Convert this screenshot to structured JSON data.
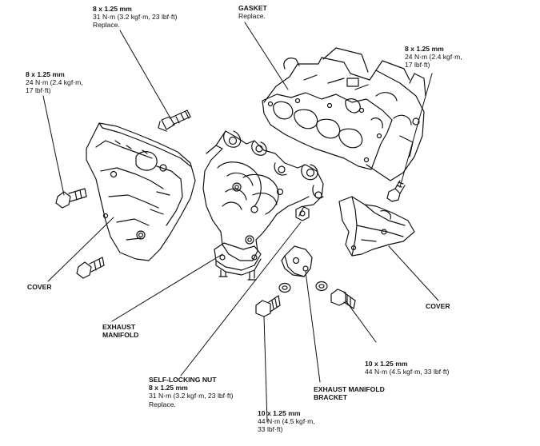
{
  "labels": {
    "top_bolt": [
      "8 x 1.25 mm",
      "31 N·m (3.2 kgf·m, 23 lbf·ft)",
      "Replace."
    ],
    "gasket": [
      "GASKET",
      "Replace."
    ],
    "left_bolt": [
      "8 x 1.25 mm",
      "24 N·m (2.4 kgf·m,",
      "17 lbf·ft)"
    ],
    "right_bolt": [
      "8 x 1.25 mm",
      "24 N·m (2.4 kgf·m,",
      "17 lbf·ft)"
    ],
    "cover_left": [
      "COVER"
    ],
    "cover_right": [
      "COVER"
    ],
    "manifold": [
      "EXHAUST",
      "MANIFOLD"
    ],
    "bracket_bolt": [
      "10 x 1.25 mm",
      "44 N·m (4.5 kgf·m, 33 lbf·ft)"
    ],
    "nut": [
      "SELF-LOCKING NUT",
      "8 x 1.25 mm",
      "31 N·m (3.2 kgf·m, 23 lbf·ft)",
      "Replace."
    ],
    "bracket": [
      "EXHAUST MANIFOLD",
      "BRACKET"
    ],
    "bottom_bolt": [
      "10 x 1.25 mm",
      "44 N·m (4.5 kgf·m,",
      "33 lbf·ft)"
    ]
  }
}
